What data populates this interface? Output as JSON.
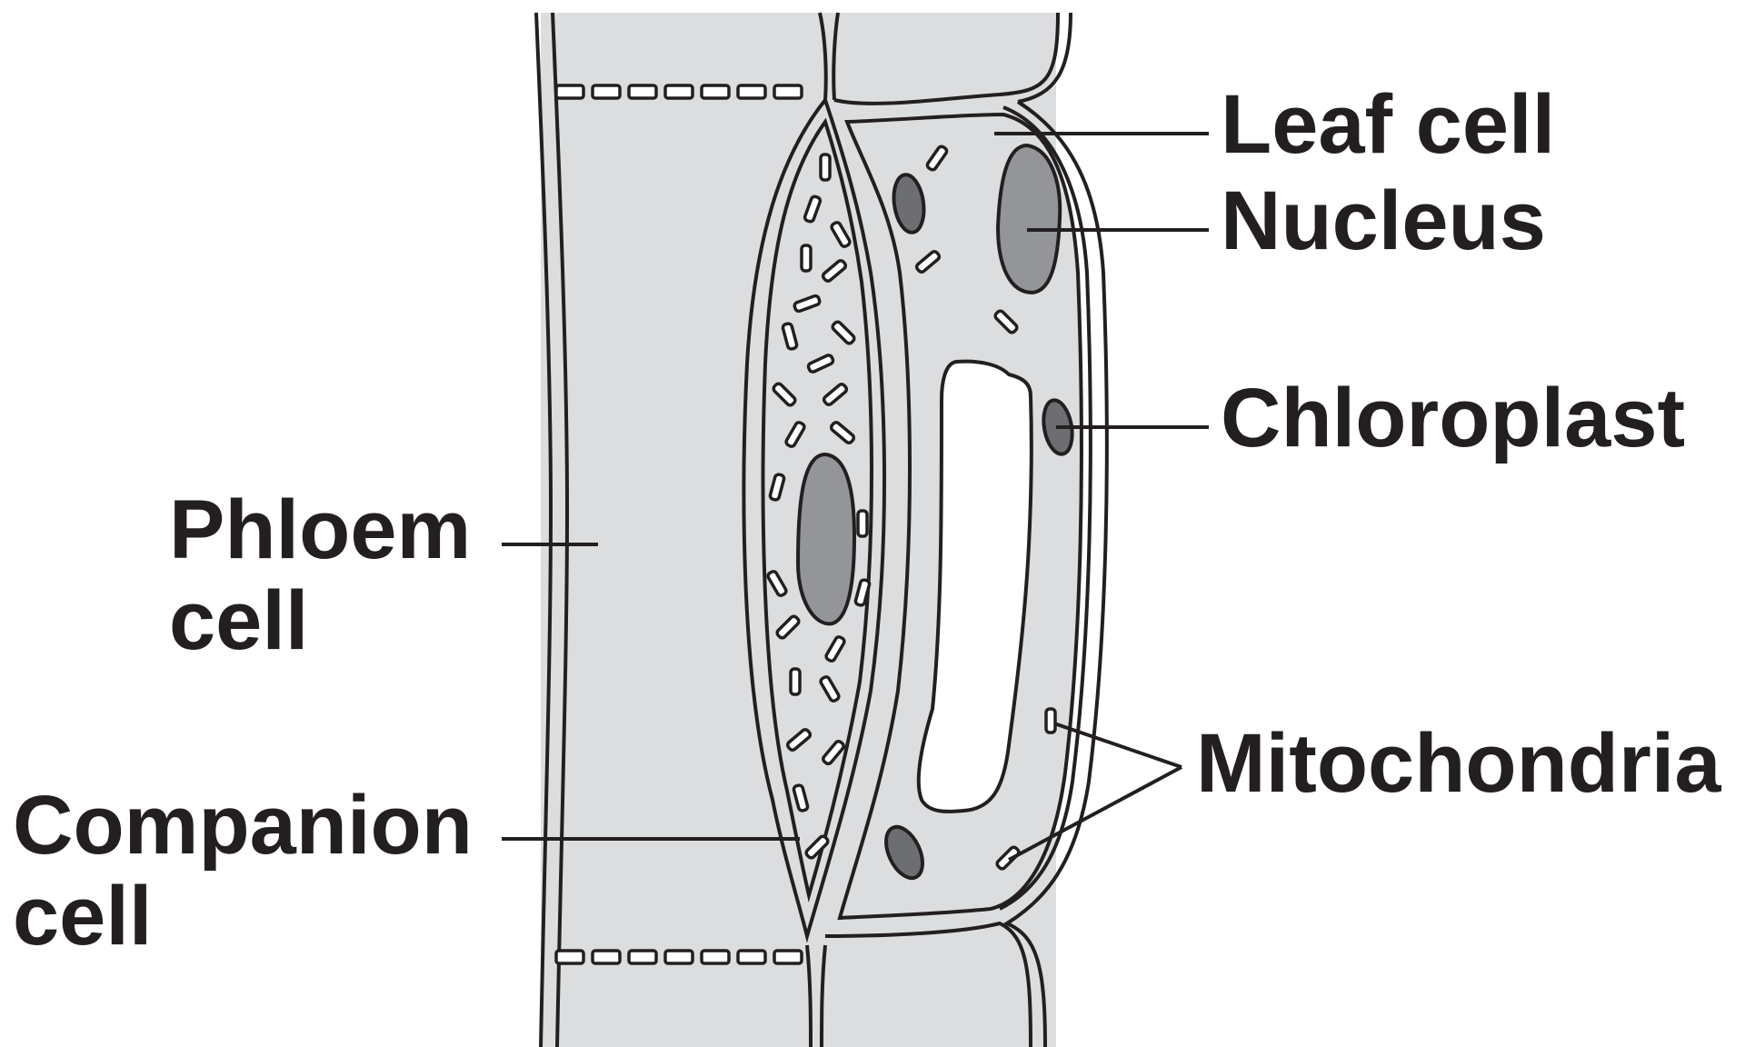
{
  "labels": {
    "phloem_line1": "Phloem",
    "phloem_line2": "cell",
    "companion_line1": "Companion",
    "companion_line2": "cell",
    "leaf_cell": "Leaf cell",
    "nucleus": "Nucleus",
    "chloroplast": "Chloroplast",
    "mitochondria": "Mitochondria"
  },
  "colors": {
    "cell_fill": "#dcdddf",
    "nucleus_fill": "#939598",
    "chloroplast_fill": "#6d6e71",
    "outline": "#231f20"
  }
}
